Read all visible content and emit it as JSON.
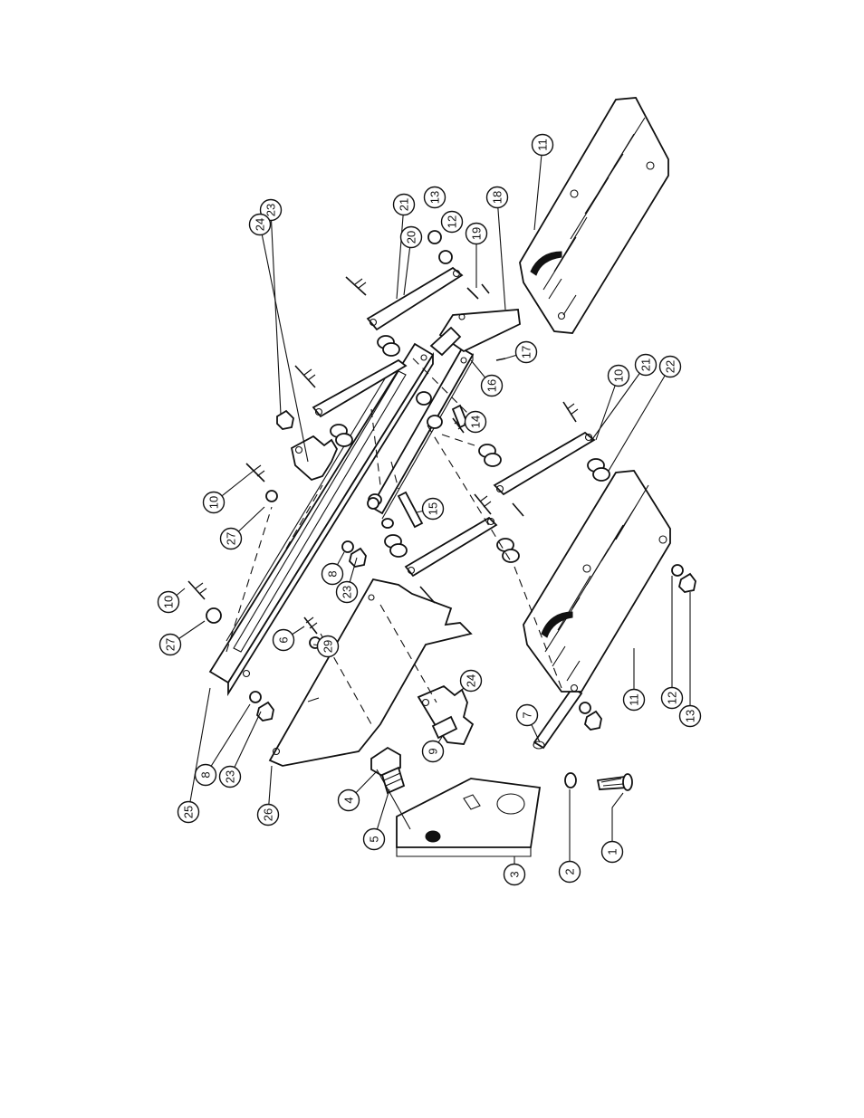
{
  "callouts": [
    {
      "id": "c1",
      "label": "1"
    },
    {
      "id": "c2",
      "label": "2"
    },
    {
      "id": "c3",
      "label": "3"
    },
    {
      "id": "c4",
      "label": "4"
    },
    {
      "id": "c5",
      "label": "5"
    },
    {
      "id": "c6",
      "label": "6"
    },
    {
      "id": "c7",
      "label": "7"
    },
    {
      "id": "c8a",
      "label": "8"
    },
    {
      "id": "c8b",
      "label": "8"
    },
    {
      "id": "c9",
      "label": "9"
    },
    {
      "id": "c10a",
      "label": "10"
    },
    {
      "id": "c10b",
      "label": "10"
    },
    {
      "id": "c10c",
      "label": "10"
    },
    {
      "id": "c11a",
      "label": "11"
    },
    {
      "id": "c11b",
      "label": "11"
    },
    {
      "id": "c12a",
      "label": "12"
    },
    {
      "id": "c12b",
      "label": "12"
    },
    {
      "id": "c13a",
      "label": "13"
    },
    {
      "id": "c13b",
      "label": "13"
    },
    {
      "id": "c14",
      "label": "14"
    },
    {
      "id": "c15",
      "label": "15"
    },
    {
      "id": "c16",
      "label": "16"
    },
    {
      "id": "c17",
      "label": "17"
    },
    {
      "id": "c18",
      "label": "18"
    },
    {
      "id": "c19",
      "label": "19"
    },
    {
      "id": "c20",
      "label": "20"
    },
    {
      "id": "c21a",
      "label": "21"
    },
    {
      "id": "c21b",
      "label": "21"
    },
    {
      "id": "c22",
      "label": "22"
    },
    {
      "id": "c23a",
      "label": "23"
    },
    {
      "id": "c23b",
      "label": "23"
    },
    {
      "id": "c23c",
      "label": "23"
    },
    {
      "id": "c24a",
      "label": "24"
    },
    {
      "id": "c24b",
      "label": "24"
    },
    {
      "id": "c25",
      "label": "25"
    },
    {
      "id": "c26",
      "label": "26"
    },
    {
      "id": "c27a",
      "label": "27"
    },
    {
      "id": "c27b",
      "label": "27"
    },
    {
      "id": "c29",
      "label": "29"
    }
  ]
}
